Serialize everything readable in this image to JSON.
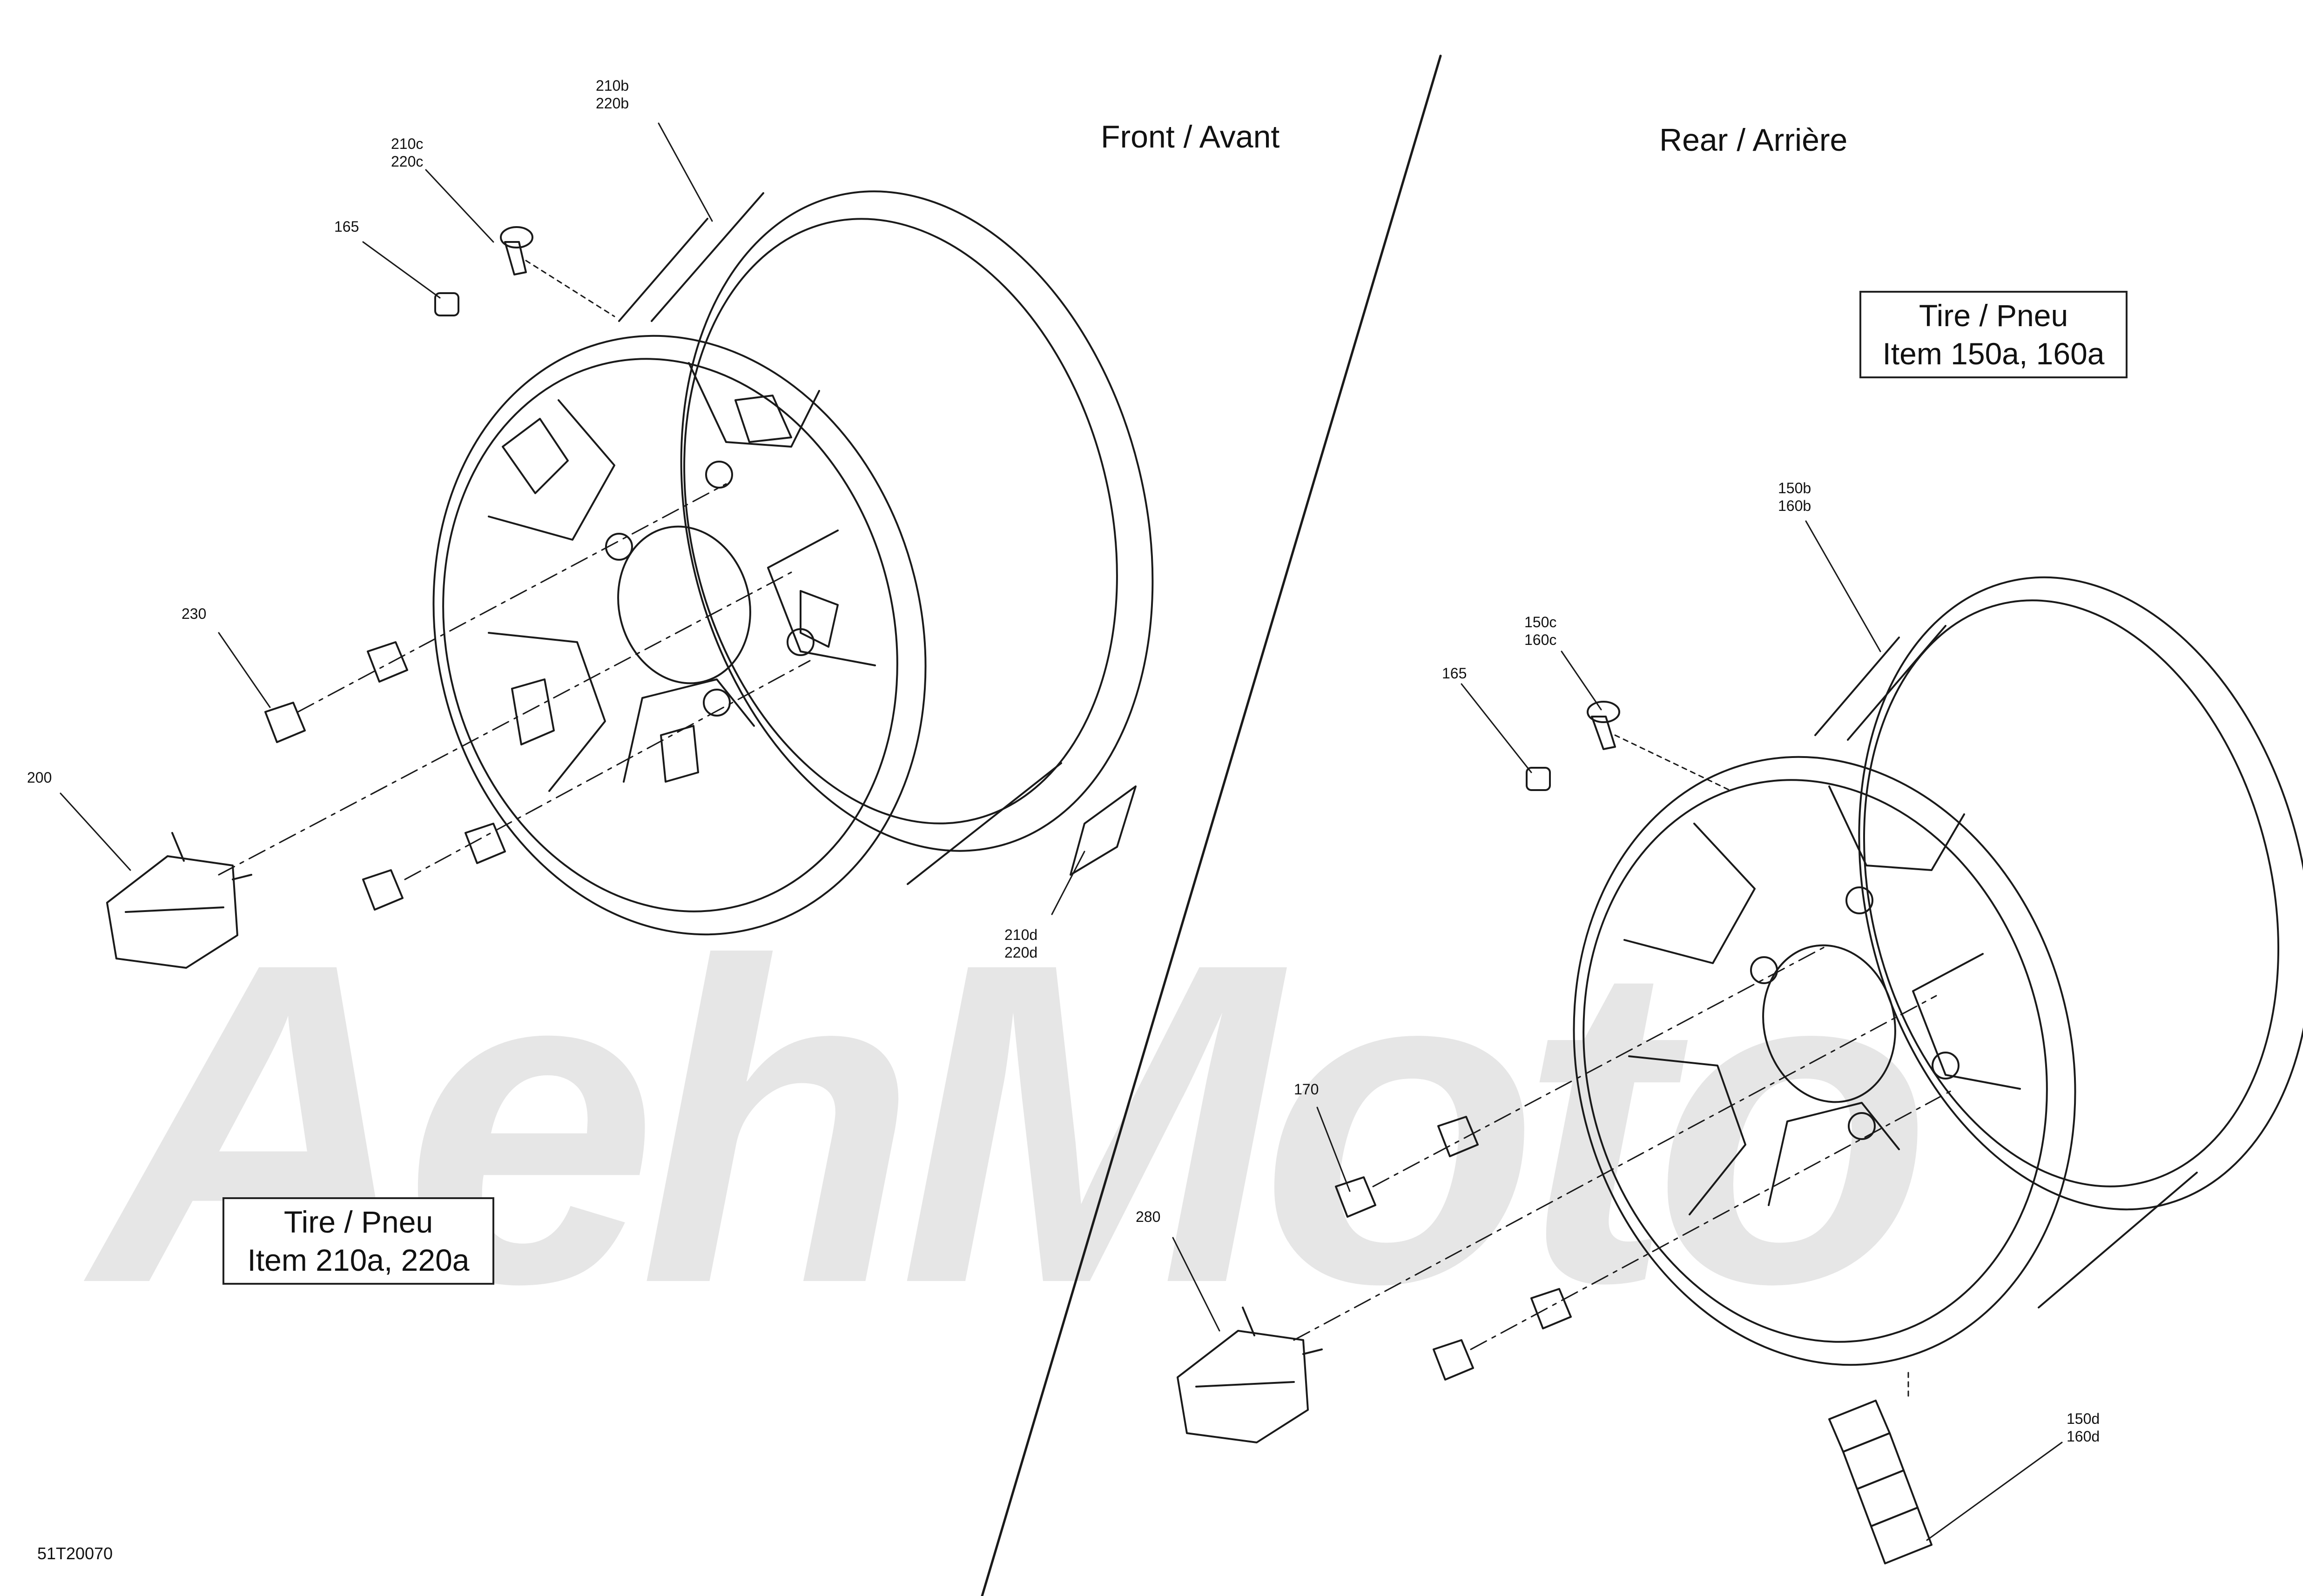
{
  "watermark": {
    "text": "AehMoto",
    "color": "#e6e6e6"
  },
  "drawing_code": "51T20070",
  "sections": {
    "front": {
      "heading": "Front / Avant"
    },
    "rear": {
      "heading": "Rear / Arrière"
    }
  },
  "tire_notes": {
    "front": {
      "line1": "Tire / Pneu",
      "line2": "Item 210a, 220a"
    },
    "rear": {
      "line1": "Tire / Pneu",
      "line2": "Item 150a, 160a"
    }
  },
  "callouts": {
    "front": {
      "rim": [
        "210b",
        "220b"
      ],
      "valve_stem": [
        "210c",
        "220c"
      ],
      "valve_cap": [
        "165"
      ],
      "lug_nut": [
        "230"
      ],
      "hub_cap": [
        "200"
      ],
      "wheel_weight": [
        "210d",
        "220d"
      ]
    },
    "rear": {
      "rim": [
        "150b",
        "160b"
      ],
      "valve_stem": [
        "150c",
        "160c"
      ],
      "valve_cap": [
        "165"
      ],
      "lug_nut": [
        "170"
      ],
      "hub_cap": [
        "280"
      ],
      "wheel_weight": [
        "150d",
        "160d"
      ]
    }
  }
}
